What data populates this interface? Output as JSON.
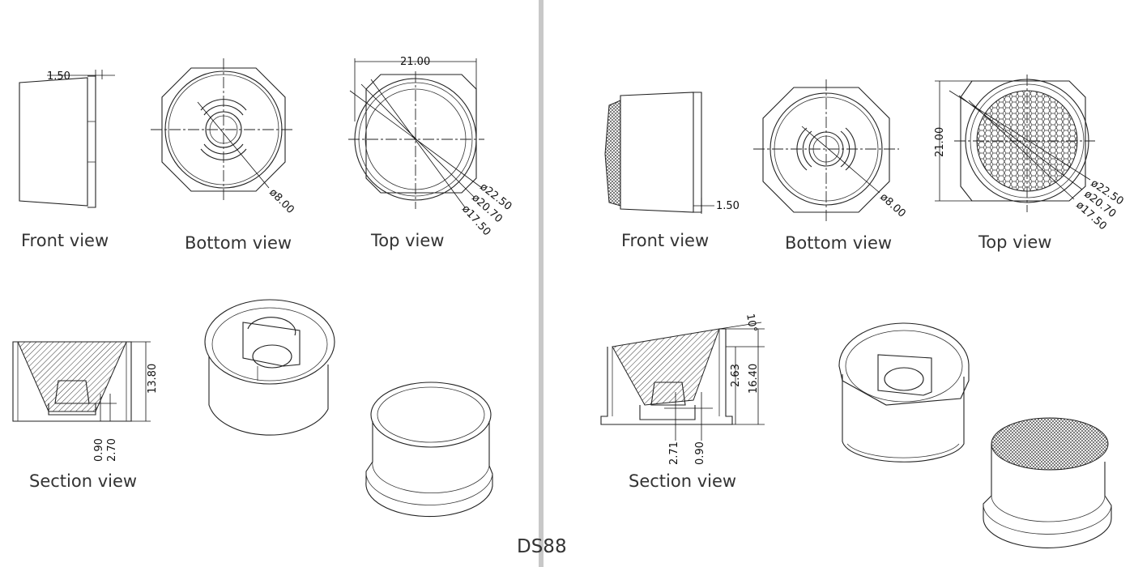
{
  "model": "DS88",
  "colors": {
    "line": "#222222",
    "divider": "#c8c8c8",
    "caption": "#333333"
  },
  "left": {
    "captions": {
      "front": "Front view",
      "bottom": "Bottom view",
      "top": "Top view",
      "section": "Section view"
    },
    "dims": {
      "front_thickness": "1.50",
      "bottom_bore": "ø8.00",
      "top_width": "21.00",
      "top_d1": "ø22.50",
      "top_d2": "ø20.70",
      "top_d3": "ø17.50",
      "section_height": "13.80",
      "section_d1": "0.90",
      "section_d2": "2.70"
    }
  },
  "right": {
    "captions": {
      "front": "Front view",
      "bottom": "Bottom view",
      "top": "Top view",
      "section": "Section view"
    },
    "dims": {
      "front_thickness": "1.50",
      "bottom_bore": "ø8.00",
      "top_height": "21.00",
      "top_d1": "ø22.50",
      "top_d2": "ø20.70",
      "top_d3": "ø17.50",
      "section_angle": "10°",
      "section_h1": "2.63",
      "section_h2": "16.40",
      "section_d1": "2.71",
      "section_d2": "0.90"
    }
  }
}
